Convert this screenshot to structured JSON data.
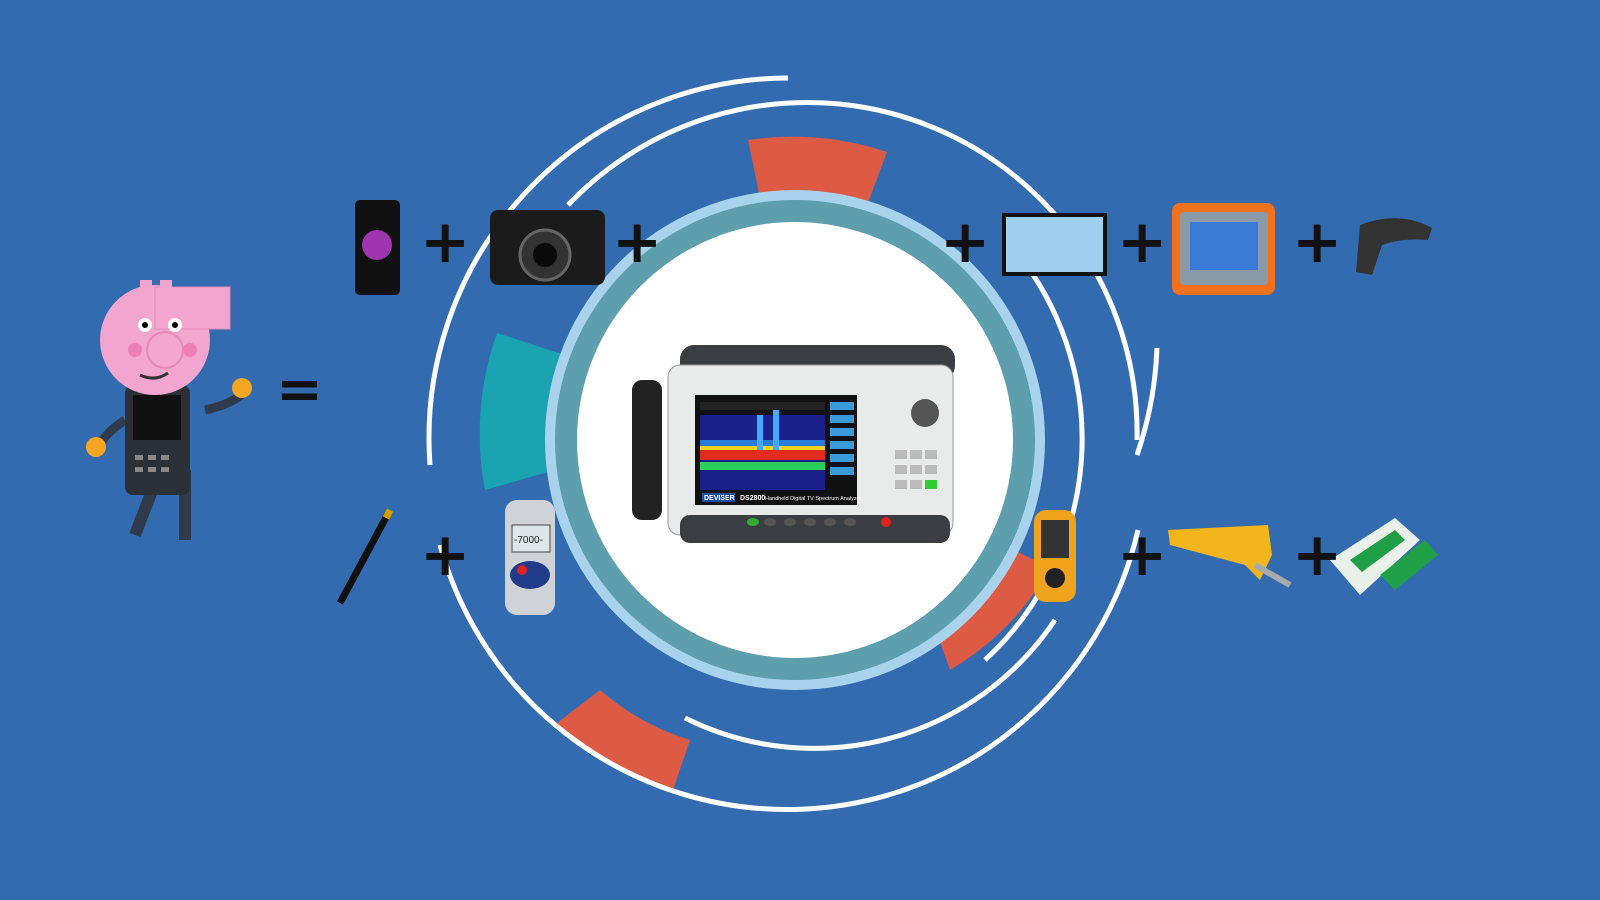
{
  "operators": {
    "equals": "=",
    "plus": "+"
  },
  "center_device": {
    "brand": "DEVISER",
    "model": "DS2800",
    "description": "Handheld Digital TV Spectrum Analyzer"
  },
  "power_meter": {
    "reading": "-7000-"
  },
  "colors": {
    "background": "#336bb0",
    "accent_red": "#dd5a45",
    "teal": "#1aa3b0",
    "ring": "#5e9fae",
    "ring_outer": "#a9d3ec"
  }
}
